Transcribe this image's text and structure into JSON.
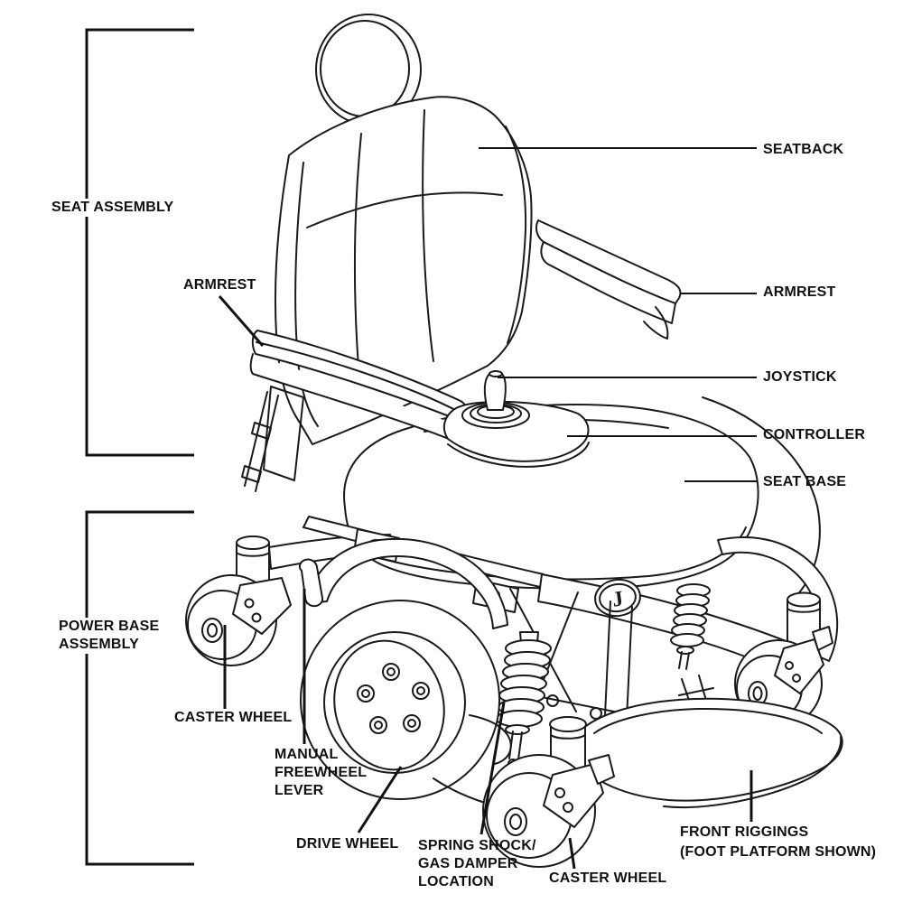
{
  "diagram": {
    "subject": "power wheelchair parts diagram",
    "colors": {
      "line": "#1a1a1a",
      "background": "#ffffff",
      "text": "#111111"
    },
    "logo": {
      "letter": "J"
    },
    "labels": {
      "seat_assembly": "SEAT ASSEMBLY",
      "power_base_assembly": {
        "line1": "POWER BASE",
        "line2": "ASSEMBLY"
      },
      "armrest_left": "ARMREST",
      "caster_wheel_left": "CASTER WHEEL",
      "manual_freewheel_lever": {
        "line1": "MANUAL",
        "line2": "FREEWHEEL",
        "line3": "LEVER"
      },
      "drive_wheel": "DRIVE WHEEL",
      "spring_shock": {
        "line1": "SPRING SHOCK/",
        "line2": "GAS DAMPER",
        "line3": "LOCATION"
      },
      "caster_wheel_bottom": "CASTER WHEEL",
      "front_riggings": {
        "line1": "FRONT RIGGINGS",
        "line2": "(FOOT PLATFORM SHOWN)"
      },
      "seatback": "SEATBACK",
      "armrest_right": "ARMREST",
      "joystick": "JOYSTICK",
      "controller": "CONTROLLER",
      "seat_base": "SEAT BASE"
    }
  }
}
